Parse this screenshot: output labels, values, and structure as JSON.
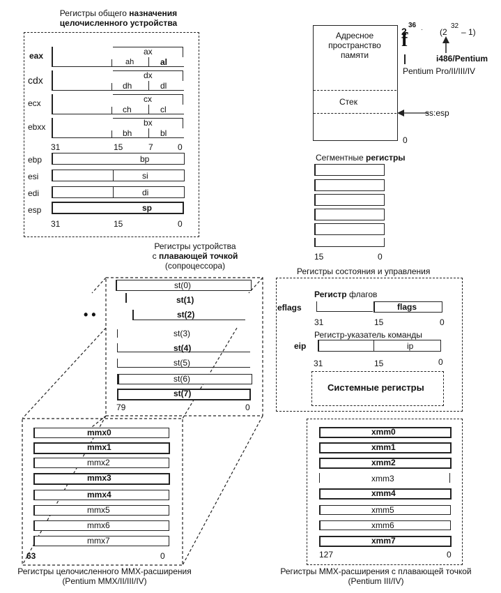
{
  "gp": {
    "title_1": "Регистры общего",
    "title_2": "назначения",
    "title_3": "целочисленного устройства",
    "regs": [
      "eax",
      "cdx",
      "ecx",
      "ebxx"
    ],
    "subs": [
      {
        "x": "ax",
        "h": "ah",
        "l": "al"
      },
      {
        "x": "dx",
        "h": "dh",
        "l": "dl"
      },
      {
        "x": "cx",
        "h": "ch",
        "l": "cl"
      },
      {
        "x": "bx",
        "h": "bh",
        "l": "bl"
      }
    ],
    "bits_top": [
      "31",
      "15",
      "7",
      "0"
    ],
    "regs2": [
      "ebp",
      "esi",
      "edi",
      "esp"
    ],
    "subs2": [
      "bp",
      "si",
      "di",
      "sp"
    ],
    "bits_bottom": [
      "31",
      "15",
      "0"
    ]
  },
  "mem": {
    "box_line1": "Адресное",
    "box_line2": "пространство",
    "box_line3": "памяти",
    "stack": "Стек",
    "ss_esp": "ss:esp",
    "zero": "0",
    "pow36": "2",
    "pow36_exp": "36",
    "minus1a": "-1",
    "pow32_open": "(2",
    "pow32_exp": "32",
    "pow32_close": "– 1)",
    "i486": "i486/Pentium",
    "pentium_pro": "Pentium  Pro/II/III/IV"
  },
  "seg": {
    "title_1": "Сегментные",
    "title_2": "регистры",
    "bit_left": "15",
    "bit_right": "0"
  },
  "fpu": {
    "title_1": "Регистры  устройства",
    "title_2": "с",
    "title_3": "плавающей точкой",
    "title_4": "(сопроцессора)",
    "regs": [
      "st(0)",
      "st(1)",
      "st(2)",
      "st(3)",
      "st(4)",
      "st(5)",
      "st(6)",
      "st(7)"
    ],
    "bit_left": "79",
    "bit_right": "0",
    "dots": "• •"
  },
  "ctrl": {
    "title": "Регистры состояния и управления",
    "flags_title_1": "Регистр",
    "flags_title_2": "флагов",
    "eflags": "eflags",
    "flags": "flags",
    "bits1": [
      "31",
      "15",
      "0"
    ],
    "ip_title": "Регистр-указатель команды",
    "eip": "eip",
    "ip": "ip",
    "bits2": [
      "31",
      "15",
      "0"
    ],
    "sys": "Системные регистры"
  },
  "mmx": {
    "regs": [
      "mmx0",
      "mmx1",
      "mmx2",
      "mmx3",
      "mmx4",
      "mmx5",
      "mmx6",
      "mmx7"
    ],
    "bit_left": "63",
    "bit_right": "0",
    "caption_1": "Регистры  целочисленного  MMX-расширения",
    "caption_2": "(Pentium  MMX/II/III/IV)"
  },
  "xmm": {
    "regs": [
      "xmm0",
      "xmm1",
      "xmm2",
      "xmm3",
      "xmm4",
      "xmm5",
      "xmm6",
      "xmm7"
    ],
    "bit_left": "127",
    "bit_right": "0",
    "caption_1": "Регистры  MMX-расширения с  плавающей  точкой",
    "caption_2": "(Pentium  III/IV)"
  }
}
